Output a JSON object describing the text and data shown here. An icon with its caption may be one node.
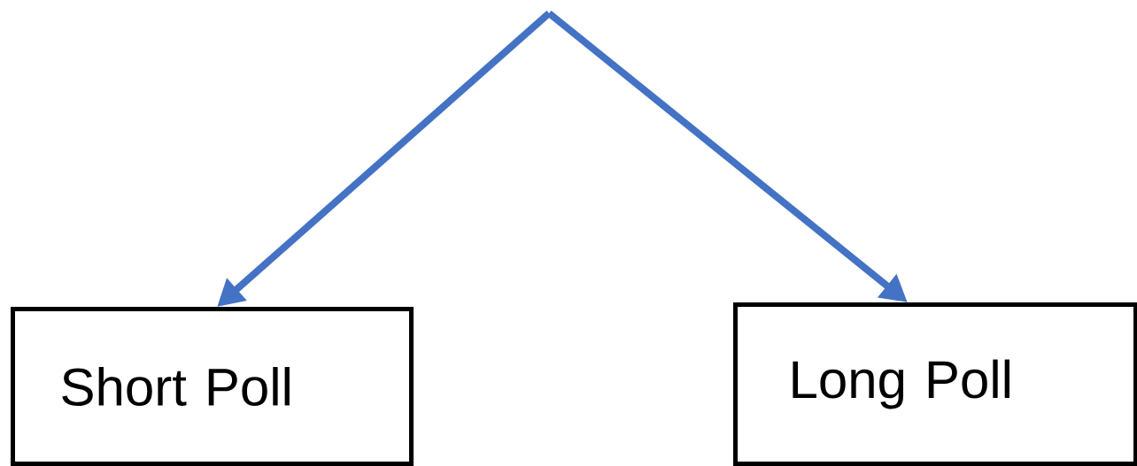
{
  "diagram": {
    "nodes": [
      {
        "text": [
          "Short Poll"
        ]
      },
      {
        "text": [
          "Long Poll"
        ]
      }
    ],
    "edges": [
      {
        "from": null,
        "to": 0,
        "arrow": "to"
      },
      {
        "from": null,
        "to": 1,
        "arrow": "to"
      }
    ]
  }
}
